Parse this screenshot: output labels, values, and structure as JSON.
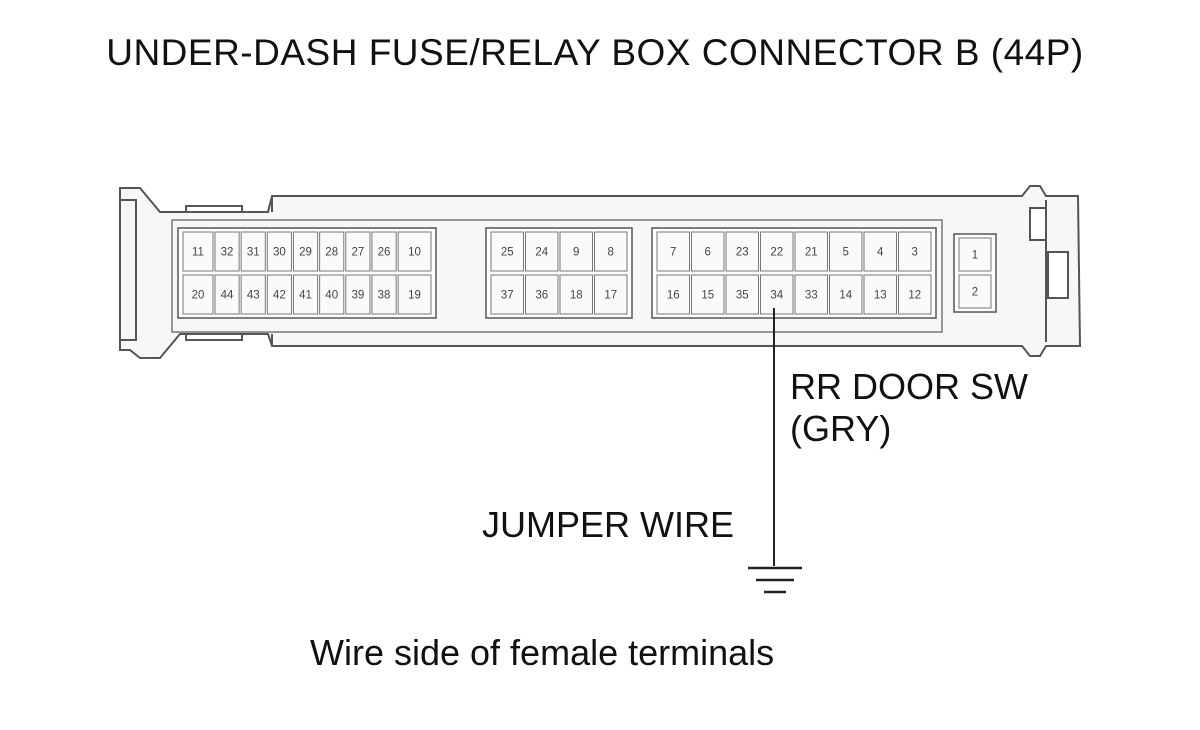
{
  "title": "UNDER-DASH FUSE/RELAY BOX CONNECTOR B (44P)",
  "wire_label": [
    "RR DOOR SW",
    "(GRY)"
  ],
  "jumper_label": "JUMPER WIRE",
  "caption": "Wire side of female terminals",
  "connector": {
    "block1": {
      "top": [
        "11",
        "32",
        "31",
        "30",
        "29",
        "28",
        "27",
        "26",
        "10"
      ],
      "bottom": [
        "20",
        "44",
        "43",
        "42",
        "41",
        "40",
        "39",
        "38",
        "19"
      ]
    },
    "block2": {
      "top": [
        "25",
        "24",
        "9",
        "8"
      ],
      "bottom": [
        "37",
        "36",
        "18",
        "17"
      ]
    },
    "block3": {
      "top": [
        "7",
        "6",
        "23",
        "22",
        "21",
        "5",
        "4",
        "3"
      ],
      "bottom": [
        "16",
        "15",
        "35",
        "34",
        "33",
        "14",
        "13",
        "12"
      ]
    },
    "block4": {
      "top": [
        "1"
      ],
      "bottom": [
        "2"
      ]
    }
  },
  "highlighted_terminal": "34",
  "colors": {
    "line": "#222222",
    "outline": "#555555",
    "fill": "#f5f5f5"
  }
}
